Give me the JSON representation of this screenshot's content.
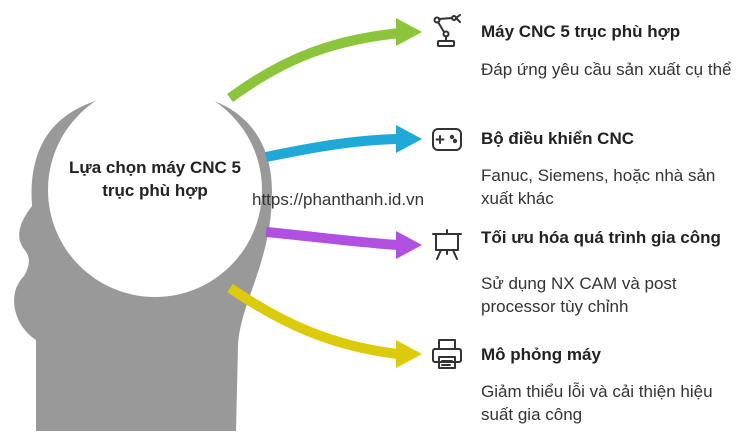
{
  "center": {
    "label": "Lựa chọn máy CNC 5 trục phù hợp"
  },
  "watermark": {
    "url": "https://phanthanh.id.vn"
  },
  "colors": {
    "head": "#999999",
    "head_inner": "#ffffff",
    "branch_1": "#8cc43c",
    "branch_2": "#1fa9d8",
    "branch_3": "#b04fe0",
    "branch_4": "#dccb0a"
  },
  "branches": [
    {
      "icon": "robot-arm-icon",
      "title": "Máy CNC 5 trục phù hợp",
      "description": "Đáp ứng yêu cầu sản xuất cụ thể"
    },
    {
      "icon": "gamepad-icon",
      "title": "Bộ điều khiển CNC",
      "description": "Fanuc, Siemens, hoặc nhà sản xuất khác"
    },
    {
      "icon": "presentation-board-icon",
      "title": "Tối ưu hóa quá trình gia công",
      "description": "Sử dụng NX CAM và post processor tùy chỉnh"
    },
    {
      "icon": "printer-icon",
      "title": "Mô phỏng máy",
      "description": "Giảm thiểu lỗi và cải thiện hiệu suất gia công"
    }
  ]
}
